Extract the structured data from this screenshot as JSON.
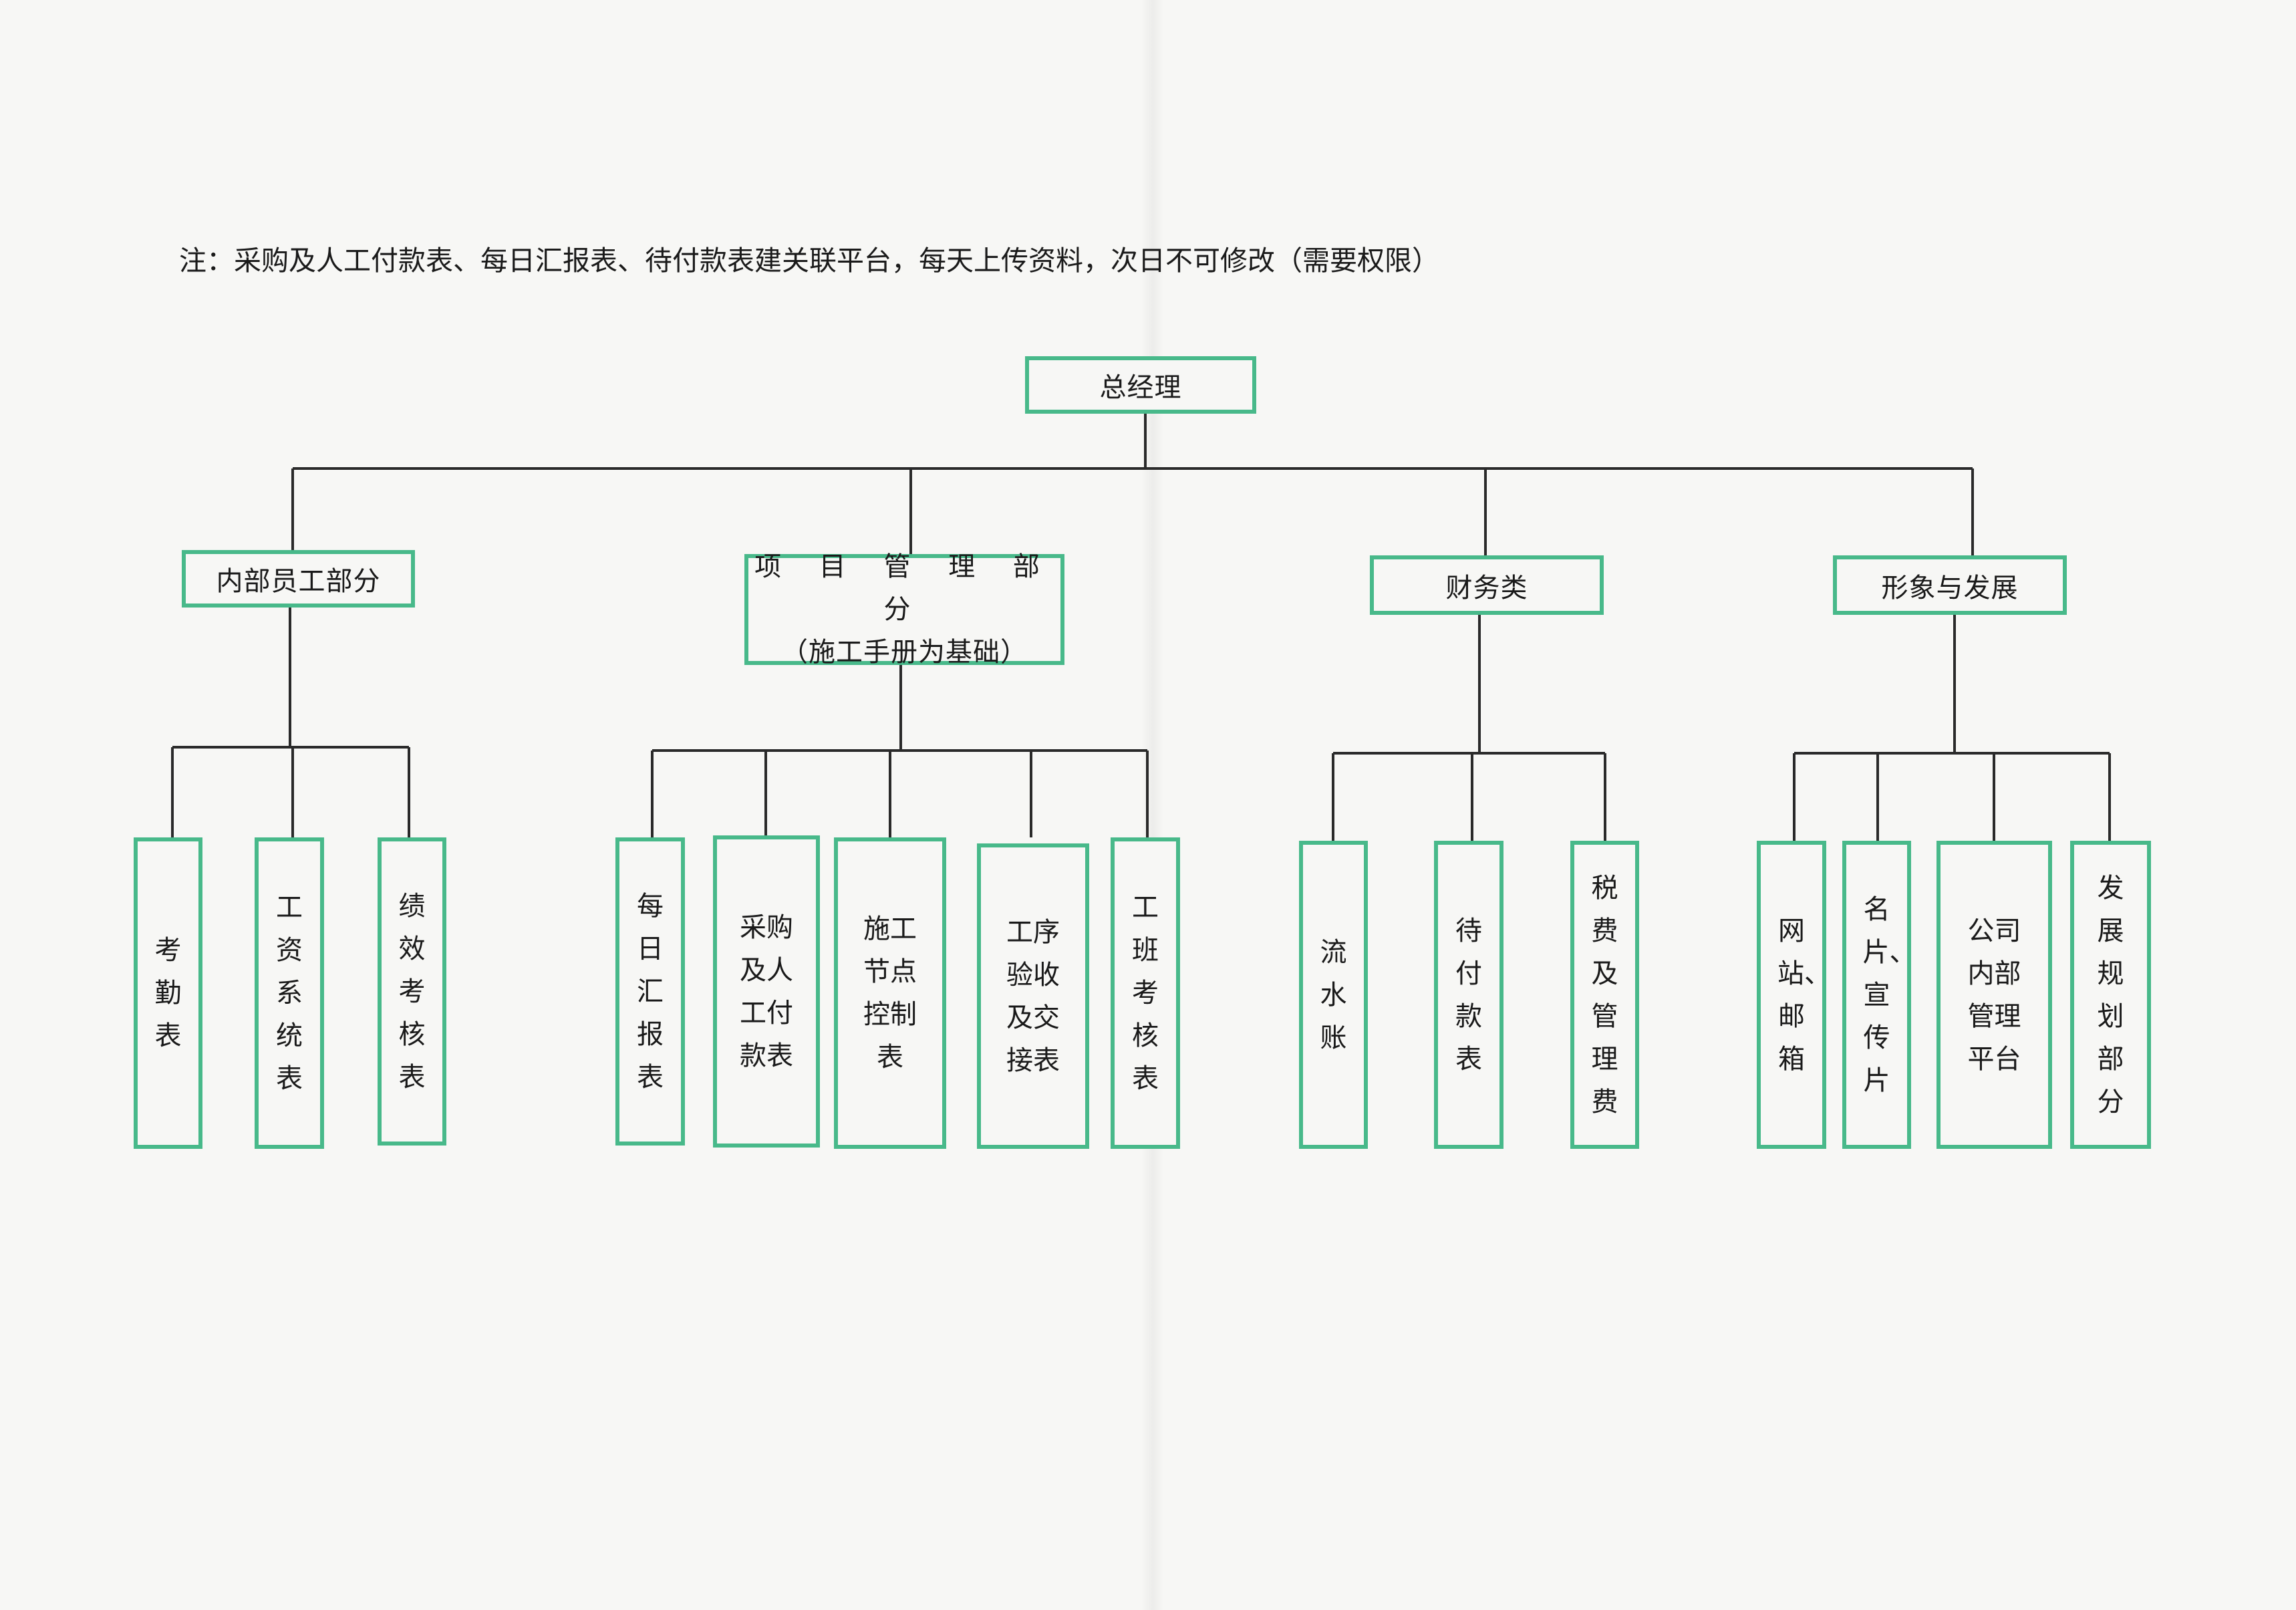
{
  "note": "注：采购及人工付款表、每日汇报表、待付款表建关联平台，每天上传资料，次日不可修改（需要权限）",
  "root": "总经理",
  "departments": [
    {
      "name": "内部员工部分",
      "items": [
        "考勤表",
        "工资系统表",
        "绩效考核表"
      ]
    },
    {
      "name": "项 目 管 理 部 分",
      "subname": "（施工手册为基础）",
      "items": [
        "每日汇报表",
        "采购及人工付款表",
        "施工节点控制表",
        "工序验收及交接表",
        "工班考核表"
      ]
    },
    {
      "name": "财务类",
      "items": [
        "流水账",
        "待付款表",
        "税费及管理费"
      ]
    },
    {
      "name": "形象与发展",
      "items": [
        "网站、邮箱",
        "名片、宣传片",
        "公司内部管理平台",
        "发展规划部分"
      ]
    }
  ]
}
